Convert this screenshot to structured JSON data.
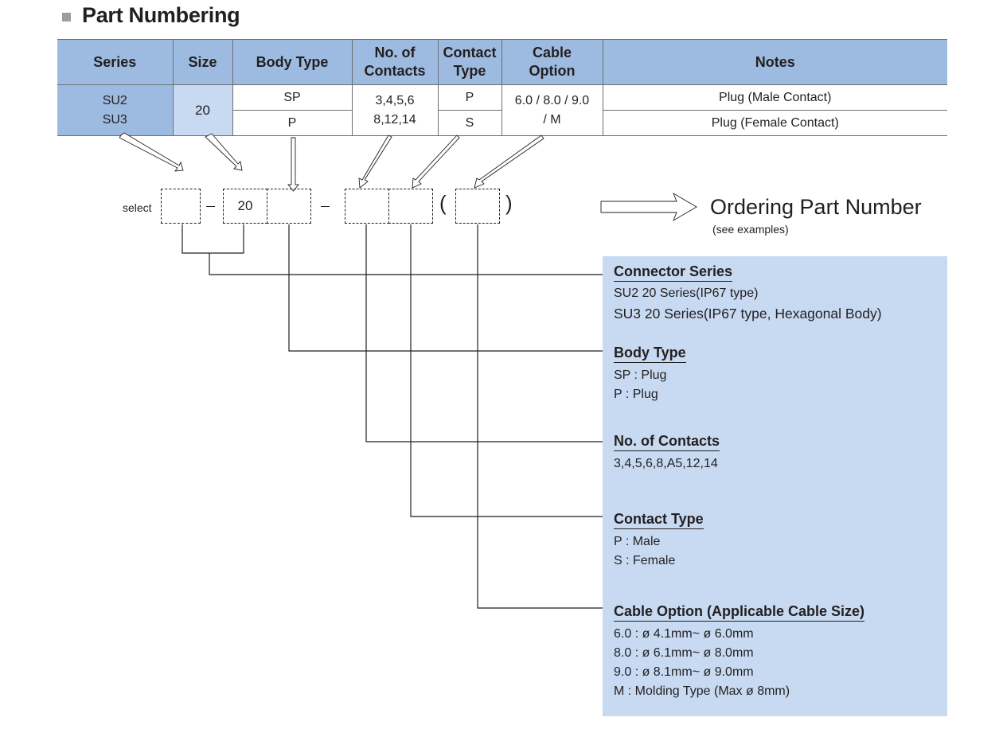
{
  "title": "Part Numbering",
  "table": {
    "headers": {
      "series": "Series",
      "size": "Size",
      "body_type": "Body Type",
      "contacts_l1": "No. of",
      "contacts_l2": "Contacts",
      "contact_type_l1": "Contact",
      "contact_type_l2": "Type",
      "cable_l1": "Cable",
      "cable_l2": "Option",
      "notes": "Notes"
    },
    "series": [
      "SU2",
      "SU3"
    ],
    "size": "20",
    "body_type": [
      "SP",
      "P"
    ],
    "contacts": [
      "3,4,5,6",
      "8,12,14"
    ],
    "contact_type": [
      "P",
      "S"
    ],
    "cable_option": [
      "6.0 / 8.0 / 9.0",
      "/ M"
    ],
    "notes": [
      "Plug (Male Contact)",
      "Plug (Female Contact)"
    ]
  },
  "code": {
    "select_label": "select",
    "size_value": "20",
    "open_paren": "(",
    "close_paren": ")"
  },
  "ordering": {
    "title": "Ordering Part Number",
    "subtitle": "(see examples)"
  },
  "sections": {
    "series": {
      "title": "Connector Series",
      "lines": [
        "SU2 20 Series(IP67 type)",
        "SU3 20 Series(IP67 type, Hexagonal Body)"
      ]
    },
    "body": {
      "title": "Body Type",
      "lines": [
        "SP : Plug",
        "P : Plug"
      ]
    },
    "contacts": {
      "title": "No. of Contacts",
      "lines": [
        "3,4,5,6,8,A5,12,14"
      ]
    },
    "contact_type": {
      "title": "Contact Type",
      "lines": [
        "P : Male",
        "S : Female"
      ]
    },
    "cable": {
      "title": "Cable Option (Applicable Cable Size)",
      "lines": [
        "6.0 :  ø 4.1mm~ ø 6.0mm",
        "8.0 :  ø 6.1mm~ ø 8.0mm",
        "9.0 :  ø 8.1mm~ ø 9.0mm",
        "M : Molding Type (Max  ø 8mm)"
      ]
    }
  },
  "colors": {
    "header_blue": "#9dbbe0",
    "light_blue": "#c7daf1",
    "text": "#231f20"
  }
}
